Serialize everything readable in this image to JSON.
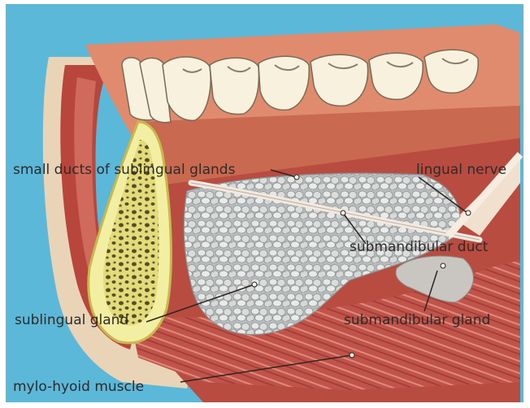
{
  "diagram": {
    "labels": {
      "small_ducts": "small ducts of sublingual glands",
      "lingual_nerve": "lingual nerve",
      "submandibular_duct": "submandibular duct",
      "sublingual_gland": "sublingual gland",
      "submandibular_gland": "submandibular gland",
      "mylohyoid_muscle": "mylo-hyoid muscle"
    }
  }
}
